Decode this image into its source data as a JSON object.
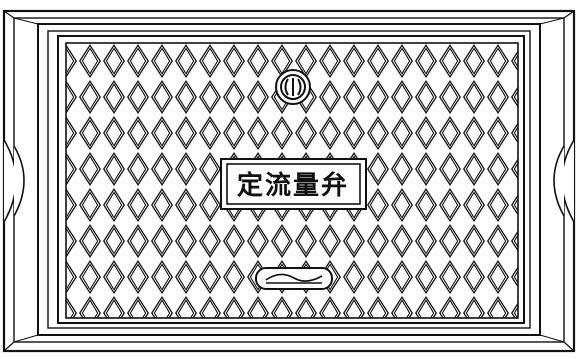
{
  "cover": {
    "label": "定流量弁",
    "emblem": "city-water-emblem-icon",
    "pattern": "diamond-lattice",
    "handle": "lifting-slot"
  },
  "colors": {
    "line": "#111111",
    "background": "#ffffff"
  }
}
